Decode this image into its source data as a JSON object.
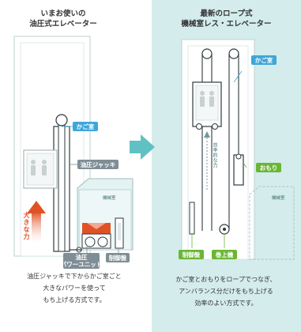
{
  "left": {
    "title_line1": "いまお使いの",
    "title_line2": "油圧式エレベーター",
    "label_cage": "かご室",
    "label_jack": "油圧ジャッキ",
    "label_machine_room": "機械室",
    "label_power_unit_line1": "油圧",
    "label_power_unit_line2": "パワーユニット",
    "label_control_panel": "制御盤",
    "label_big_force": "大きな力",
    "caption_line1": "油圧ジャッキで下からかご室ごと",
    "caption_line2": "大きなパワーを使って",
    "caption_line3": "もち上げる方式です。"
  },
  "right": {
    "title_line1": "最新のロープ式",
    "title_line2": "機械室レス・エレベーター",
    "label_cage": "かご室",
    "label_weight": "おもり",
    "label_machine_room": "機械室",
    "label_control_panel": "制御盤",
    "label_hoist": "巻上機",
    "label_efficient_force": "効率的な力",
    "caption_line1": "かご室とおもりをロープでつなぎ、",
    "caption_line2": "アンバランス分だけをもち上げる",
    "caption_line3": "効率のよい方式です。"
  },
  "colors": {
    "cage_tag": "#3fa6d9",
    "gray_tag": "#7f8e96",
    "green_tag": "#6ab634",
    "force_arrow": "#e05226",
    "right_background": "#d4ecec",
    "transition_arrow": "#5fc1c3"
  }
}
